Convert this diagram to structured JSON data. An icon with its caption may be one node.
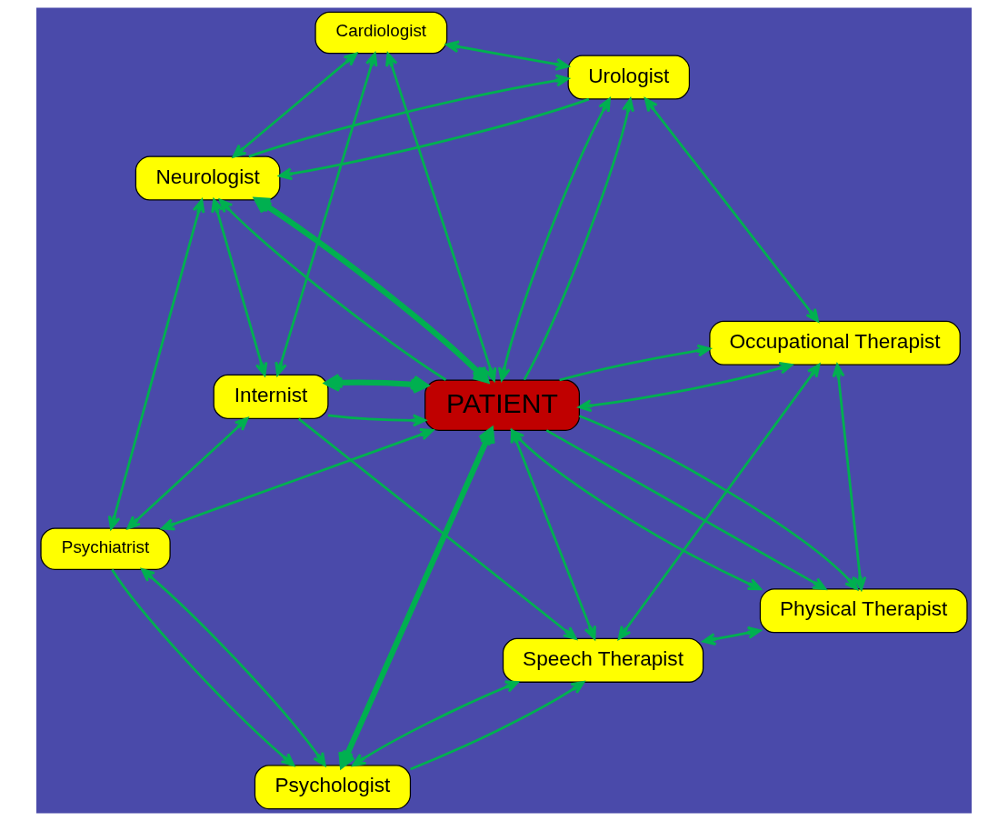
{
  "diagram": {
    "nodes": [
      {
        "text": [
          "Neurologist"
        ]
      },
      {
        "text": [
          "Internist"
        ]
      },
      {
        "text": [
          "Cardiologist"
        ]
      },
      {
        "text": [
          "Psychiatrist"
        ]
      },
      {
        "text": [
          "PATIENT"
        ]
      },
      {
        "text": [
          "Urologist"
        ]
      },
      {
        "text": [
          "Psychologist"
        ]
      },
      {
        "text": [
          "Occupational Therapist"
        ]
      },
      {
        "text": [
          "Speech Therapist"
        ]
      },
      {
        "text": [
          "Physical Therapist"
        ]
      }
    ],
    "edges": [
      {
        "from": 0,
        "to": 1,
        "arrow": "both"
      },
      {
        "from": 0,
        "to": 2,
        "arrow": "both"
      },
      {
        "from": 0,
        "to": 4,
        "arrow": "both",
        "style": "thick"
      },
      {
        "from": 1,
        "to": 4,
        "arrow": "both",
        "style": "thick"
      },
      {
        "from": 1,
        "to": 2,
        "arrow": "both"
      },
      {
        "from": 0,
        "to": 3,
        "arrow": "both"
      },
      {
        "from": 0,
        "to": 5,
        "arrow": "to"
      },
      {
        "from": 5,
        "to": 0,
        "arrow": "to"
      },
      {
        "from": 4,
        "to": 0,
        "arrow": "to"
      },
      {
        "from": 2,
        "to": 5,
        "arrow": "both"
      },
      {
        "from": 2,
        "to": 4,
        "arrow": "both"
      },
      {
        "from": 4,
        "to": 5,
        "arrow": "both"
      },
      {
        "from": 4,
        "to": 5,
        "arrow": "to"
      },
      {
        "from": 4,
        "to": 7,
        "arrow": "to"
      },
      {
        "from": 5,
        "to": 7,
        "arrow": "both"
      },
      {
        "from": 4,
        "to": 7,
        "arrow": "both"
      },
      {
        "from": 7,
        "to": 8,
        "arrow": "both"
      },
      {
        "from": 4,
        "to": 9,
        "arrow": "to"
      },
      {
        "from": 4,
        "to": 9,
        "arrow": "both"
      },
      {
        "from": 4,
        "to": 9,
        "arrow": "to"
      },
      {
        "from": 4,
        "to": 8,
        "arrow": "both"
      },
      {
        "from": 7,
        "to": 9,
        "arrow": "both"
      },
      {
        "from": 9,
        "to": 8,
        "arrow": "both"
      },
      {
        "from": 1,
        "to": 3,
        "arrow": "both"
      },
      {
        "from": 1,
        "to": 4,
        "arrow": "to"
      },
      {
        "from": 3,
        "to": 4,
        "arrow": "both"
      },
      {
        "from": 3,
        "to": 6,
        "arrow": "both"
      },
      {
        "from": 3,
        "to": 6,
        "arrow": "to"
      },
      {
        "from": 1,
        "to": 8,
        "arrow": "to"
      },
      {
        "from": 4,
        "to": 6,
        "arrow": "both",
        "style": "thick"
      },
      {
        "from": 6,
        "to": 8,
        "arrow": "both"
      },
      {
        "from": 6,
        "to": 8,
        "arrow": "to"
      }
    ]
  }
}
